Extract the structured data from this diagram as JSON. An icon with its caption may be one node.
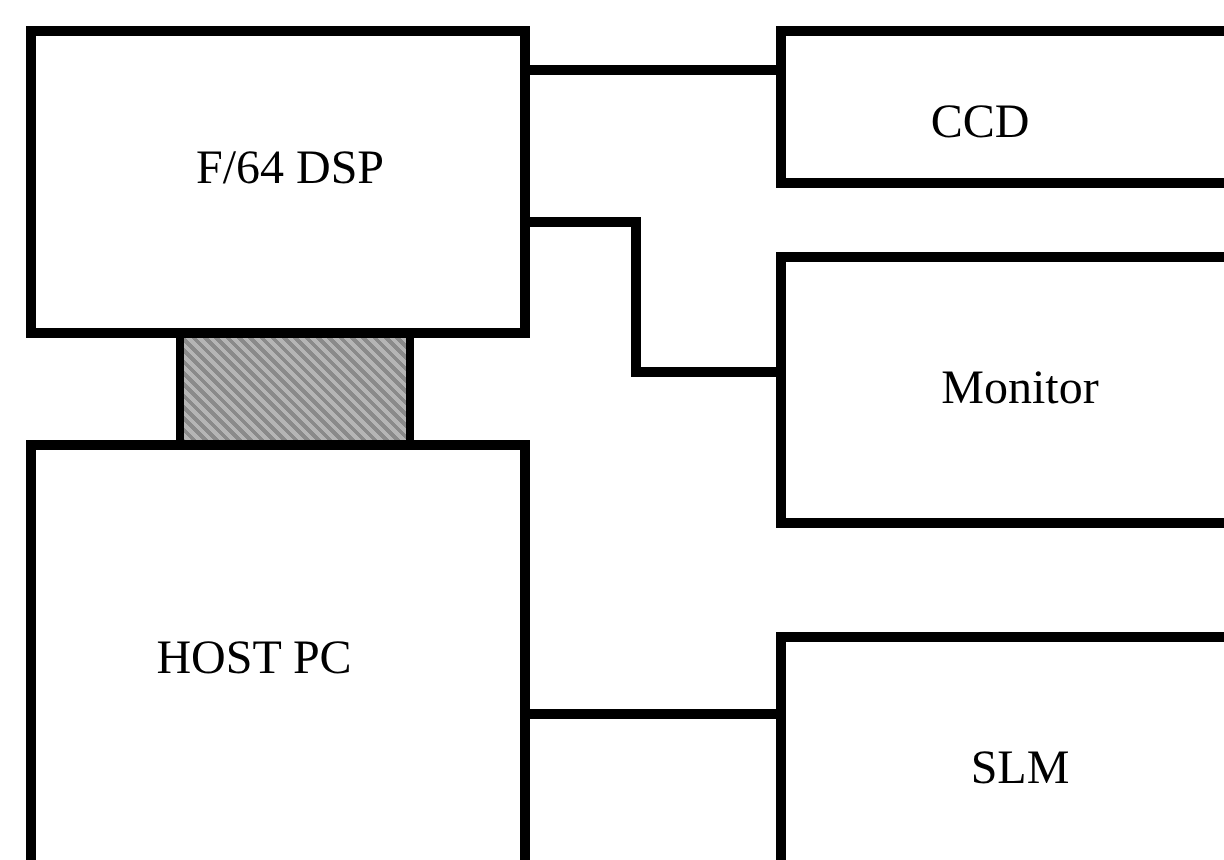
{
  "diagram": {
    "nodes": [
      {
        "text": [
          "F/64 DSP"
        ]
      },
      {
        "text": [
          "CCD"
        ]
      },
      {
        "text": [
          "Monitor"
        ]
      },
      {
        "text": [],
        "shape": "bar"
      },
      {
        "text": [
          "HOST PC"
        ]
      },
      {
        "text": [
          "SLM"
        ]
      }
    ],
    "edges": [
      {
        "from": 0,
        "to": 1,
        "arrow": "none"
      },
      {
        "from": 0,
        "to": 2,
        "arrow": "none"
      },
      {
        "from": 4,
        "to": 5,
        "arrow": "none"
      }
    ]
  }
}
